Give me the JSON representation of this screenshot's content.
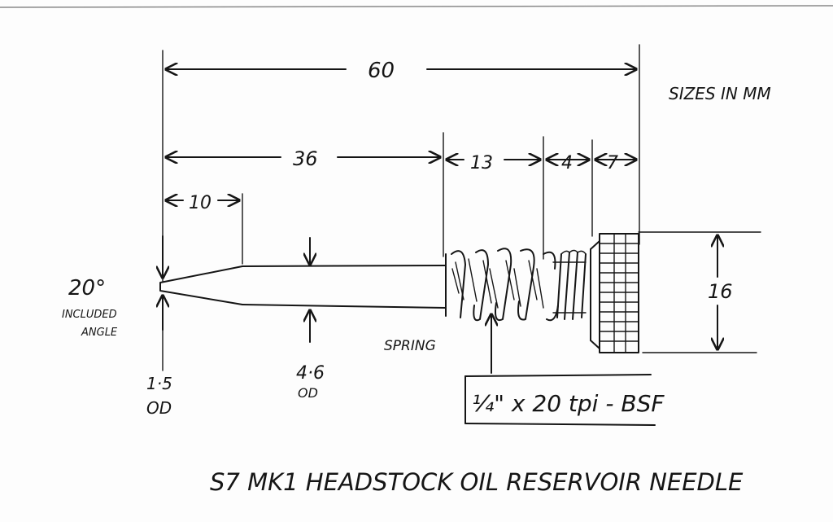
{
  "drawing": {
    "title": "S7 MK1 HEADSTOCK OIL RESERVOIR NEEDLE",
    "units_note": "SIZES IN MM",
    "dimensions": {
      "overall_length": "60",
      "needle_length": "36",
      "spring_length": "13",
      "thread_length": "4",
      "knurl_length": "7",
      "taper_length": "10",
      "knurl_diameter": "16",
      "tip_od": "1·5",
      "tip_od_unit": "OD",
      "shaft_od": "4·6",
      "shaft_od_unit": "OD"
    },
    "tip_angle": {
      "value": "20°",
      "line1": "INCLUDED",
      "line2": "ANGLE"
    },
    "spring_label": "SPRING",
    "thread_spec": "¼\" x 20 tpi - BSF",
    "colors": {
      "ink": "#151515",
      "paper": "#fdfdfd"
    }
  }
}
